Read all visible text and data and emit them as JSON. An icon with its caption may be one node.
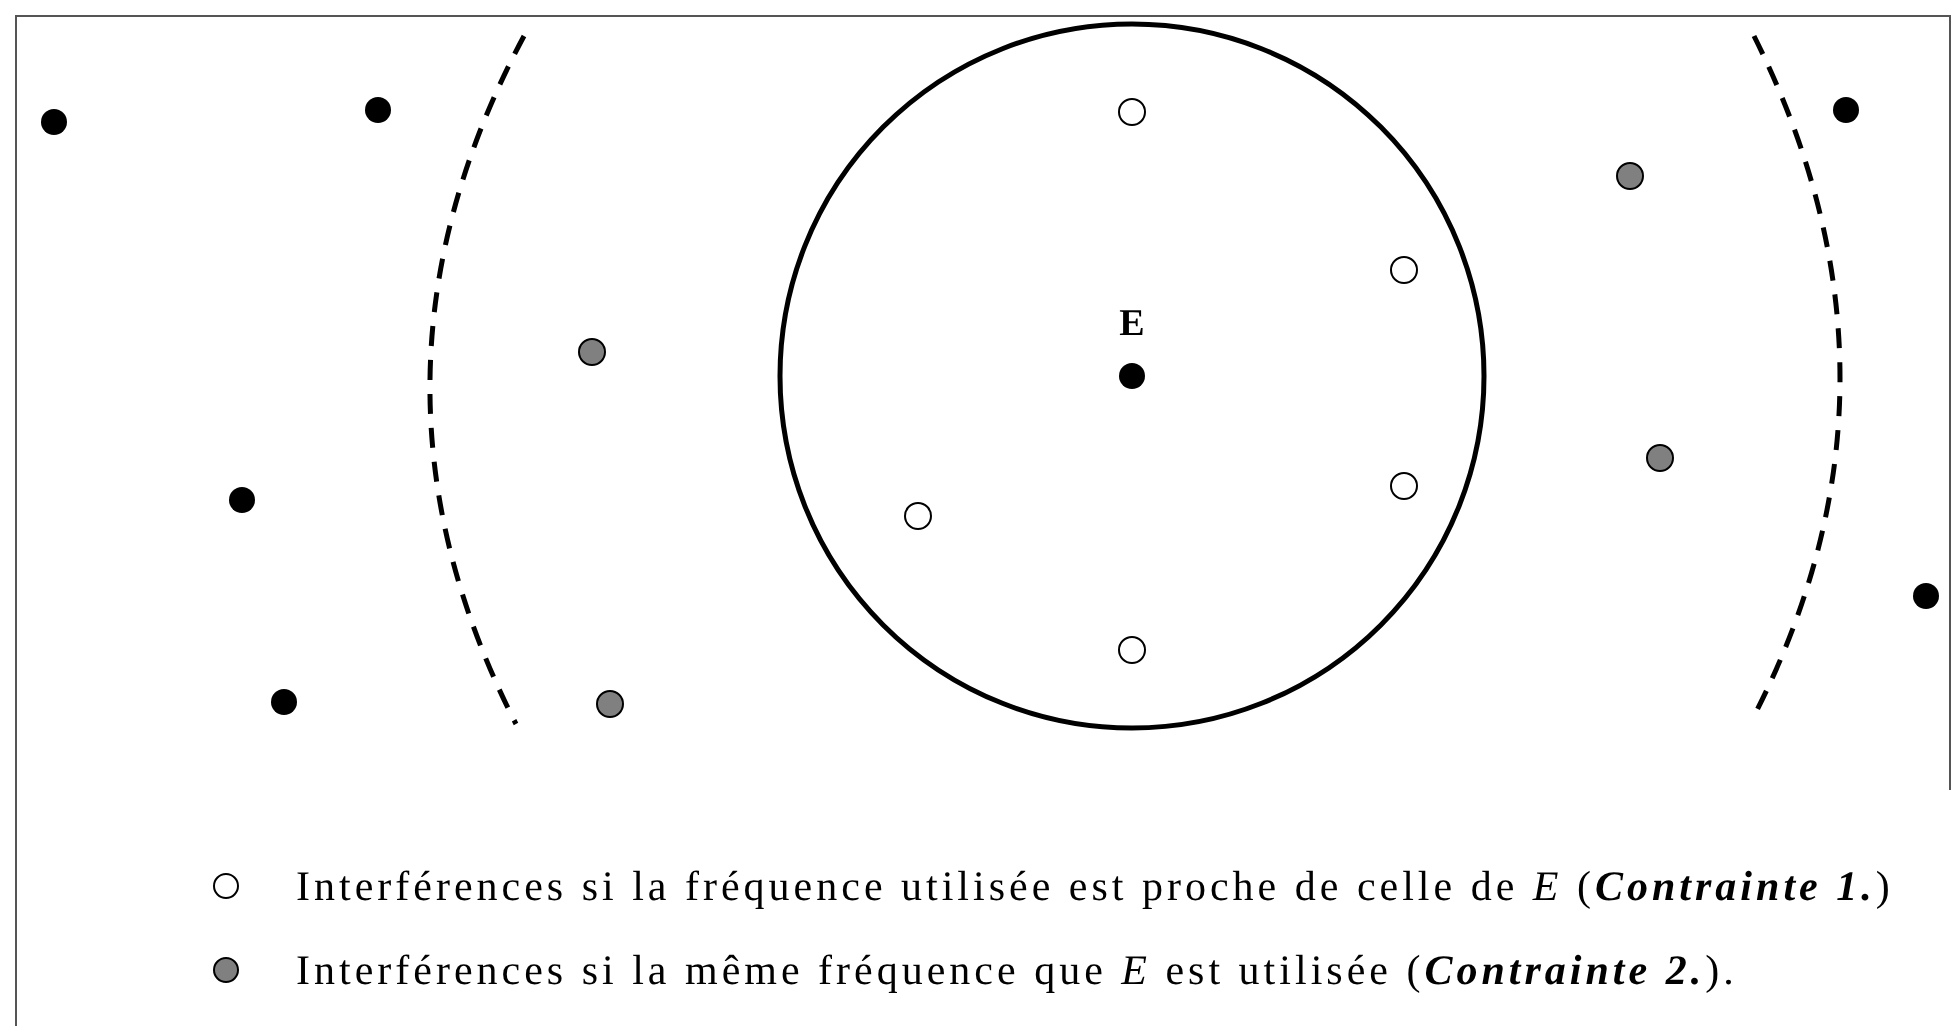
{
  "diagram": {
    "labels": [
      "E"
    ],
    "legend": [
      {
        "text": "Interférences si la fréquence utilisée est proche de celle de *E* (**Contrainte 1.**)"
      },
      {
        "text": "Interférences si la même fréquence que *E* est utilisée (**Contrainte 2.**).",
        "color": "#808080"
      }
    ]
  }
}
